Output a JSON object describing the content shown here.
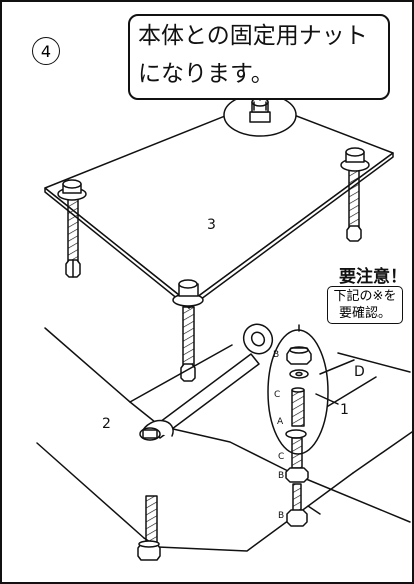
{
  "step_number": "4",
  "callout": {
    "line1": "本体との固定用ナット",
    "line2": "になります。"
  },
  "part_labels": {
    "table_top": "3",
    "wrench": "2",
    "bolt_assembly": "1",
    "detail": "D"
  },
  "warning": {
    "title": "要注意！",
    "note_line1": "下記の※を",
    "note_line2": "要確認。"
  },
  "sub_labels": {
    "upper_nut": "B",
    "upper_washer": "C",
    "stud": "A",
    "lower_washer": "C",
    "lower_nut_1": "B",
    "lower_nut_2": "B"
  }
}
